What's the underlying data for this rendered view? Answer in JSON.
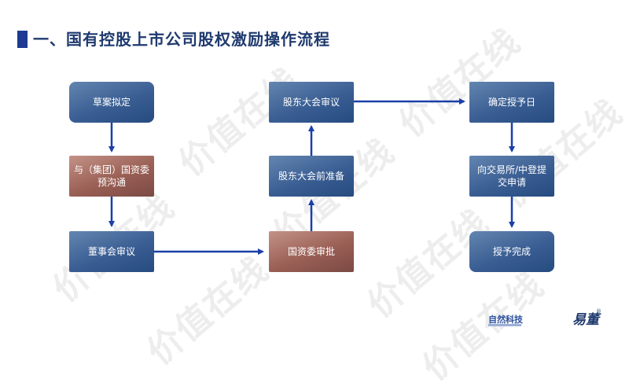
{
  "title": "一、国有控股上市公司股权激励操作流程",
  "watermark": "价值在线",
  "nodes": {
    "n1": "草案拟定",
    "n2": "与（集团）国资委\n预沟通",
    "n3": "董事会审议",
    "n4": "国资委审批",
    "n5": "股东大会前准备",
    "n6": "股东大会审议",
    "n7": "确定授予日",
    "n8": "向交易所/中登提\n交申请",
    "n9": "授予完成"
  },
  "logos": {
    "brand_1": "自然科技",
    "brand_2": "易董"
  },
  "colors": {
    "accent": "#1f3a93",
    "arrow": "#1a3fa8",
    "node_blue": "#3a5e93",
    "node_brown": "#9a5f55"
  }
}
